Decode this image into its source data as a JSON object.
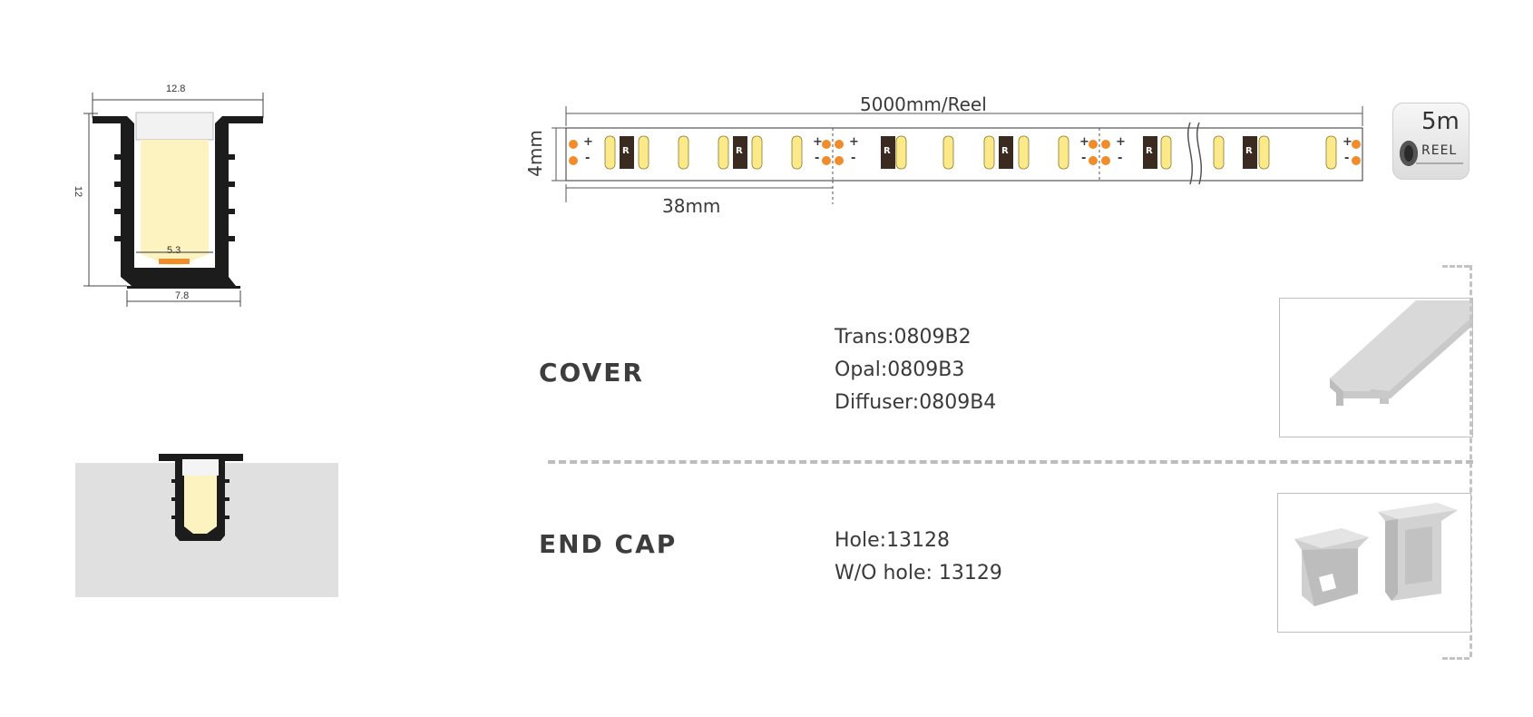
{
  "profile_drawing": {
    "width_top": "12.8",
    "height": "12",
    "inner_width": "5.3",
    "width_bottom": "7.8"
  },
  "strip": {
    "length_label": "5000mm/Reel",
    "width_label": "4mm",
    "cut_label": "38mm",
    "resistor_mark": "R",
    "plus": "+",
    "minus": "-"
  },
  "reel_badge": {
    "length": "5m",
    "word": "REEL"
  },
  "cover": {
    "title": "COVER",
    "options": [
      "Trans:0809B2",
      "Opal:0809B3",
      "Diffuser:0809B4"
    ]
  },
  "end_cap": {
    "title": "END CAP",
    "options": [
      "Hole:13128",
      "W/O hole: 13129"
    ]
  },
  "colors": {
    "led_yellow": "#fbe98a",
    "pad_orange": "#f08c2a",
    "resistor": "#3b2a20",
    "profile": "#1c1c1c",
    "glow": "#fdf3c0",
    "wall_gray": "#e0e0e0"
  }
}
